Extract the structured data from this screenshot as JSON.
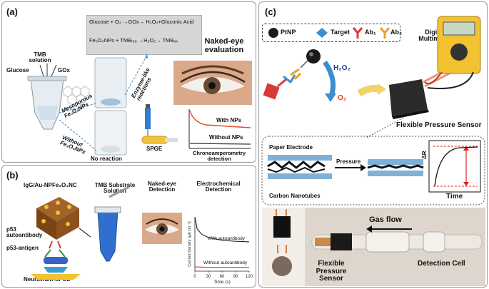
{
  "panel_a": {
    "label": "(a)",
    "tmb_solution": "TMB solution",
    "glucose": "Glucose",
    "gox": "GOx",
    "mesoporous": "Mesoporous Fe₃O₄NPs",
    "without_fe": "Without Fe₃O₄NPs",
    "reaction1": "Glucose + O₂ →GOx→ H₂O₂+Gluconic Acid",
    "reaction2": "Fe₃O₄NPs + TMBᵣₑₔ →H₂O₂→ TMBₒₓ",
    "enzyme_like": "Enzyme-like reactions",
    "no_reaction": "No reaction",
    "naked_eye": "Naked-eye evaluation",
    "spge": "SPGE",
    "with_nps": "With NPs",
    "without_nps": "Without NPs",
    "chrono": "Chronoamperometry detection"
  },
  "panel_b": {
    "label": "(b)",
    "igg": "IgG/Au-NPFe₃O₄NC",
    "p53_auto": "p53 autoantibody",
    "p53_antigen": "p53-antigen",
    "neuravidin": "Neuravidin-SPCE",
    "tmb_substrate": "TMB Substrate Solution",
    "naked_eye": "Naked-eye Detection",
    "electrochemical": "Electrochemical Detection",
    "chart_title_with": "With autoantibody",
    "chart_title_without": "Without autoantibody"
  },
  "panel_c": {
    "label": "(c)",
    "legend": {
      "ptnp": "PtNP",
      "target": "Target",
      "ab1": "Ab₁",
      "ab2": "Ab₂"
    },
    "h2o2": "H₂O₂",
    "o2": "O₂",
    "digital_multimeter": "Digital Multimeter",
    "flexible_sensor": "Flexible Pressure Sensor",
    "paper_electrode": "Paper Electrode",
    "pressure": "Pressure",
    "carbon_nanotubes": "Carbon Nanotubes",
    "delta_r": "ΔR",
    "time": "Time",
    "gas_flow": "Gas flow",
    "photo_sensor": "Flexible Pressure Sensor",
    "detection_cell": "Detection Cell"
  },
  "chart_data": {
    "type": "line",
    "xlabel": "Time (s)",
    "ylabel": "Current Density (μA cm⁻²)",
    "x_ticks": [
      "0",
      "30",
      "60",
      "90",
      "120"
    ],
    "xlim": [
      0,
      120
    ],
    "series": [
      {
        "name": "With autoantibody",
        "x": [
          0,
          5,
          15,
          30,
          60,
          90,
          120
        ],
        "y": [
          1.0,
          0.78,
          0.68,
          0.62,
          0.57,
          0.55,
          0.54
        ]
      },
      {
        "name": "Without autoantibody",
        "x": [
          0,
          30,
          60,
          90,
          120
        ],
        "y": [
          0.08,
          0.07,
          0.07,
          0.07,
          0.07
        ]
      }
    ]
  }
}
